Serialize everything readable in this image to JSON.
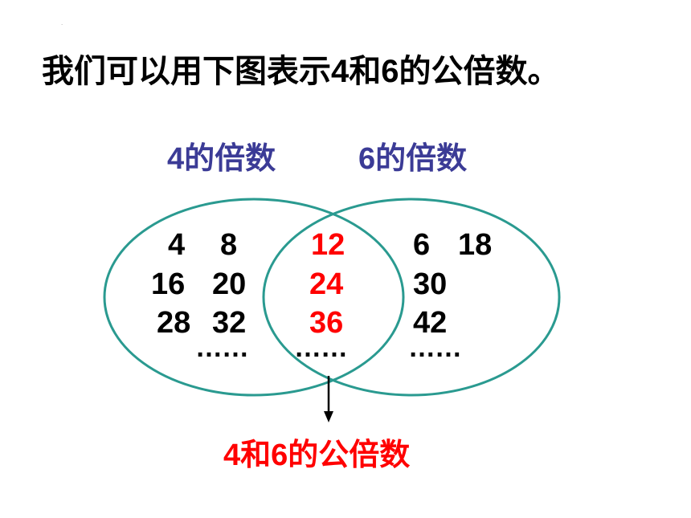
{
  "title": "我们可以用下图表示4和6的公倍数。",
  "colors": {
    "set_label": "#3b3b96",
    "ellipse": "#2a9a90",
    "common": "#ff0000",
    "text": "#000000",
    "arrow": "#000000"
  },
  "sets": {
    "left_label": "4的倍数",
    "right_label": "6的倍数"
  },
  "left_only": {
    "rows": [
      [
        "4",
        "8"
      ],
      [
        "16",
        "20"
      ],
      [
        "28",
        "32"
      ]
    ],
    "ellipsis": "……"
  },
  "common": {
    "values": [
      "12",
      "24",
      "36"
    ],
    "ellipsis": "……"
  },
  "right_only": {
    "rows": [
      [
        "6",
        "18"
      ],
      [
        "30"
      ],
      [
        "42"
      ]
    ],
    "ellipsis": "……"
  },
  "bottom_label": "4和6的公倍数"
}
